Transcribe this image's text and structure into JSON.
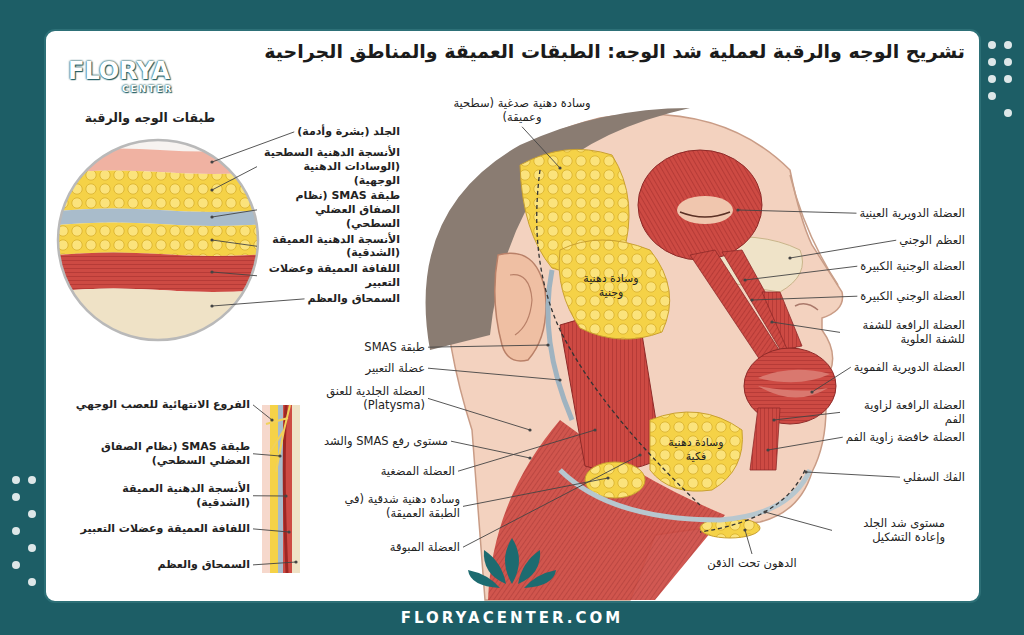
{
  "diagram": {
    "title": "تشريح الوجه والرقبة لعملية شد الوجه: الطبقات العميقة والمناطق الجراحية",
    "labels": [
      "FLORYA",
      "CENTER",
      "طبقات الوجه والرقبة",
      "الجلد (بشرة وأدمة)",
      "الأنسجة الدهنية السطحية (الوسادات الدهنية الوجهية)",
      "طبقة SMAS (نظام الصفاق العضلي السطحي)",
      "الأنسجة الدهنية العميقة (الشدقية)",
      "اللفافة العميقة وعضلات التعبير",
      "السمحاق والعظم",
      "وسادة دهنية صدغية (سطحية وعميقة)",
      "العضلة الدويرية العينية",
      "العظم الوجني",
      "العضلة الوجنية الكبيرة",
      "وسادة دهنية وجنية",
      "العضلة الوجني الكبيرة",
      "طبقة SMAS",
      "العضلة الرافعة للشفة للشفة العلوية",
      "عضلة التعبير",
      "العضلة الدويرية الفموية",
      "العضلة الجلدية للعنق (Platysma)",
      "الفروع الانتهائية للعصب الوجهي",
      "العضلة الرافعة لزاوية الفم",
      "مستوى رفع SMAS والشد",
      "العضلة خافضة زاوية الفم",
      "وسادة دهنية فكية",
      "طبقة SMAS (نظام الصفاق العضلي السطحي)",
      "العضلة المضغية",
      "الأنسجة الدهنية العميقة (الشدقية)",
      "الفك السفلي",
      "وسادة دهنية شدقية (في الطبقة العميقة)",
      "اللفافة العميقة وعضلات التعبير",
      "مستوى شد الجلد وإعادة التشكيل",
      "العضلة المبوقة",
      "السمحاق والعظم",
      "الدهون تحت الذقن",
      "FLORYACENTER.COM"
    ]
  }
}
